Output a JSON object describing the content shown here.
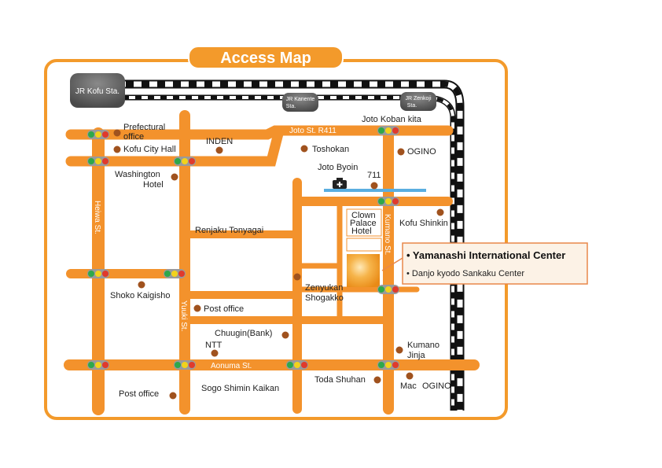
{
  "title": "Access Map",
  "stations": {
    "kofu": "JR Kofu Sta.",
    "kanente_line1": "JR Kanente",
    "kanente_line2": "Sta.",
    "zenkoji_line1": "JR Zenkoji",
    "zenkoji_line2": "Sta."
  },
  "streets": {
    "joto": "Joto St. R411",
    "heiwa": "Heiwa St.",
    "yuuki": "Yuuki St.",
    "kumano": "Kumano St.",
    "aonuma": "Aonuma St."
  },
  "places": {
    "prefectural_1": "Prefectural",
    "prefectural_2": "office",
    "kofu_city_hall": "Kofu City Hall",
    "inden": "INDEN",
    "toshokan": "Toshokan",
    "joto_koban_kita": "Joto Koban kita",
    "ogino_north": "OGINO",
    "washington_1": "Washington",
    "washington_2": "Hotel",
    "joto_byoin": "Joto Byoin",
    "seven_eleven": "711",
    "clown_1": "Clown",
    "clown_2": "Palace",
    "clown_3": "Hotel",
    "kofu_shinkin": "Kofu Shinkin",
    "renjaku": "Renjaku Tonyagai",
    "zenyukan_1": "Zenyukan",
    "zenyukan_2": "Shogakko",
    "shoko": "Shoko Kaigisho",
    "post_office_center": "Post office",
    "chuugin": "Chuugin(Bank)",
    "ntt": "NTT",
    "kumano_1": "Kumano",
    "kumano_2": "Jinja",
    "toda": "Toda Shuhan",
    "mac": "Mac",
    "ogino_south": "OGINO",
    "post_office_sw": "Post office",
    "sogo": "Sogo Shimin Kaikan"
  },
  "callout": {
    "main": "• Yamanashi International Center",
    "sub": "• Danjo kyodo Sankaku Center"
  },
  "colors": {
    "frame": "#f39a2b",
    "road": "#f3922c",
    "poi": "#a0521e",
    "river": "#5aaee0",
    "station": "#555555",
    "signal_green": "#2ea84a",
    "signal_yellow": "#f2d21c",
    "signal_red": "#e03a2c"
  }
}
